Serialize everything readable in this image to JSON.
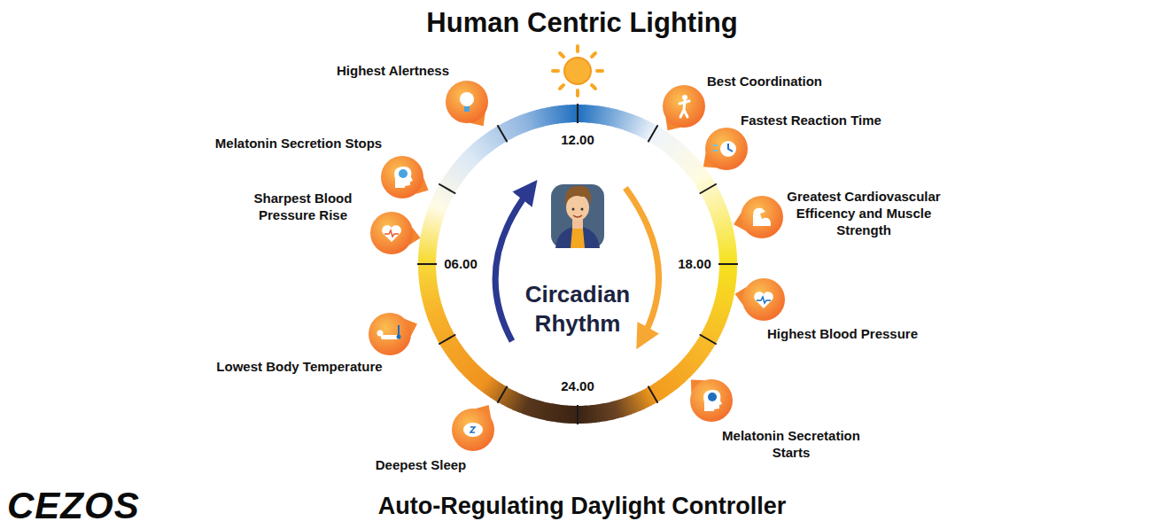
{
  "diagram": {
    "title": "Human Centric Lighting",
    "caption": "Auto-Regulating Daylight Controller",
    "nodes": [
      {
        "text": [
          "Highest Alertness"
        ]
      },
      {
        "text": [
          "Best Coordination"
        ]
      },
      {
        "text": [
          "Fastest Reaction Time"
        ]
      },
      {
        "text": [
          "Greatest Cardiovascular Efficency and Muscle Strength"
        ]
      },
      {
        "text": [
          "Highest Blood Pressure"
        ]
      },
      {
        "text": [
          "Melatonin Secretation Starts"
        ]
      },
      {
        "text": [
          "Deepest Sleep"
        ]
      },
      {
        "text": [
          "Lowest Body Temperature"
        ]
      },
      {
        "text": [
          "Sharpest Blood Pressure Rise"
        ]
      },
      {
        "text": [
          "Melatonin Secretion Stops"
        ]
      }
    ],
    "labels": [
      "12.00",
      "18.00",
      "24.00",
      "06.00",
      "Circadian Rhythm",
      "CEZOS"
    ]
  }
}
